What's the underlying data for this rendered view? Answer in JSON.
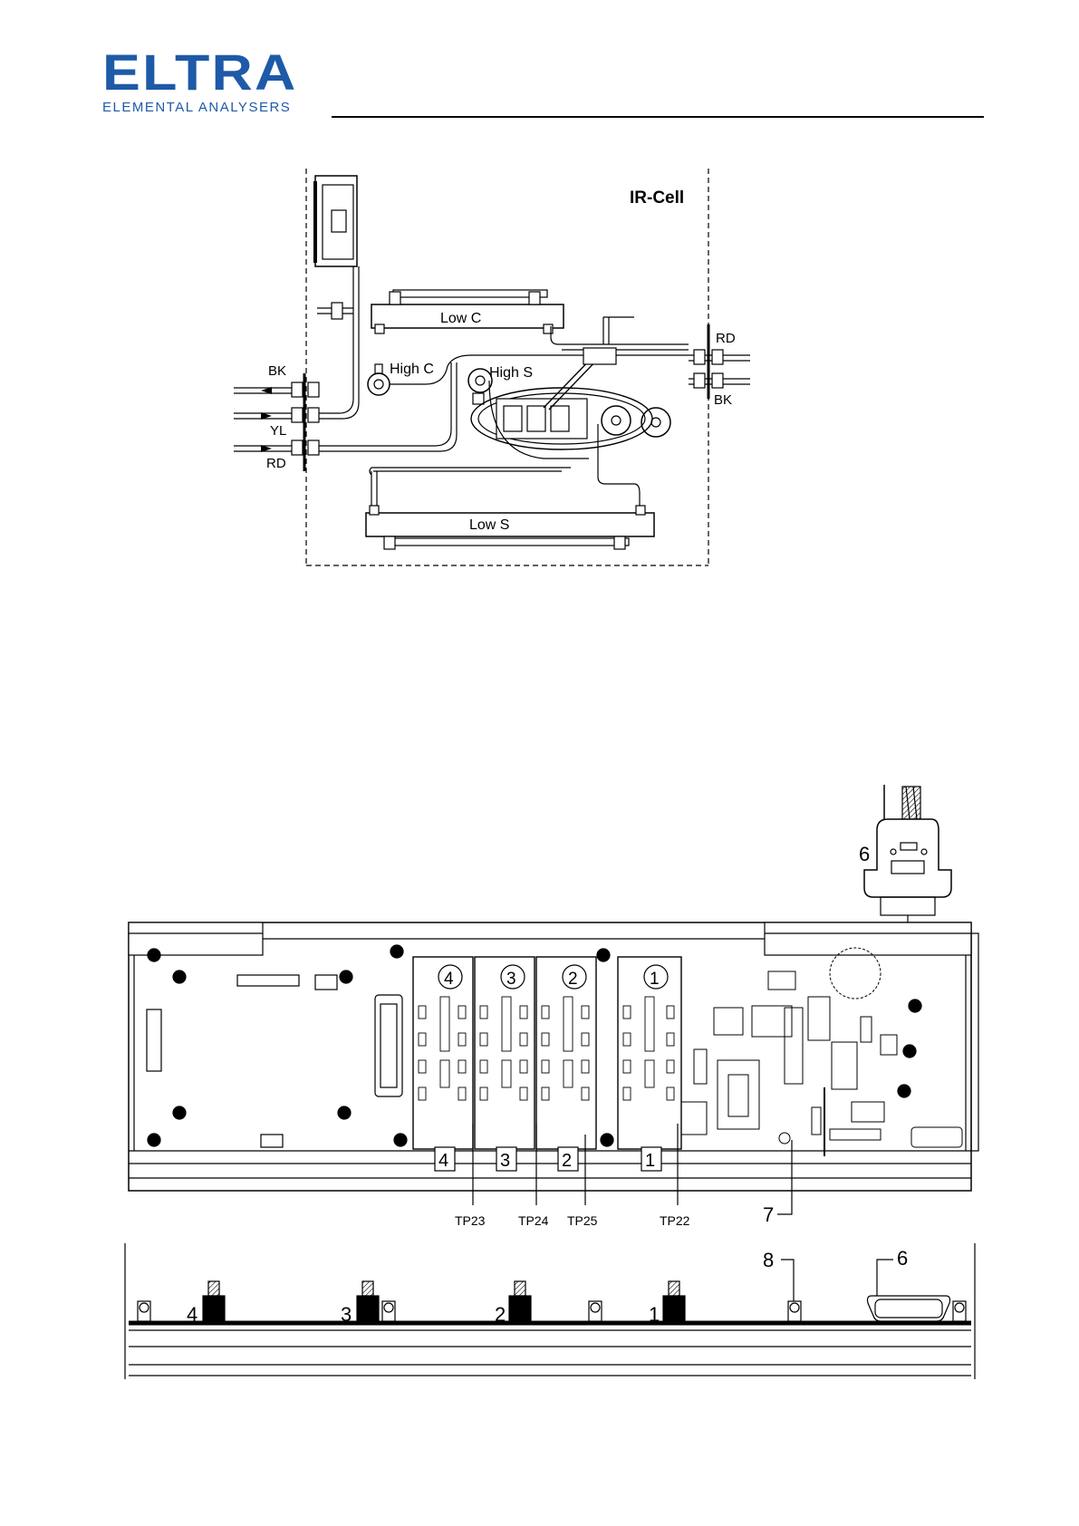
{
  "header": {
    "logo_text": "ELTRA",
    "logo_subtitle": "ELEMENTAL ANALYSERS",
    "brand_color": "#1e5aa8"
  },
  "ir_cell": {
    "title": "IR-Cell",
    "labels": {
      "low_c": "Low C",
      "high_c": "High C",
      "high_s": "High S",
      "low_s": "Low S",
      "bk_left": "BK",
      "yl_left": "YL",
      "rd_left": "RD",
      "rd_right": "RD",
      "bk_right": "BK"
    }
  },
  "board": {
    "cable_label": "6",
    "slot_numbers": [
      "4",
      "3",
      "2",
      "1"
    ],
    "slot_tabs": [
      "4",
      "3",
      "2",
      "1"
    ],
    "test_points": [
      "TP23",
      "TP24",
      "TP25",
      "TP22"
    ],
    "callout_7": "7",
    "bottom_numbers": [
      "4",
      "3",
      "2",
      "1"
    ],
    "callout_8": "8",
    "callout_6": "6"
  }
}
